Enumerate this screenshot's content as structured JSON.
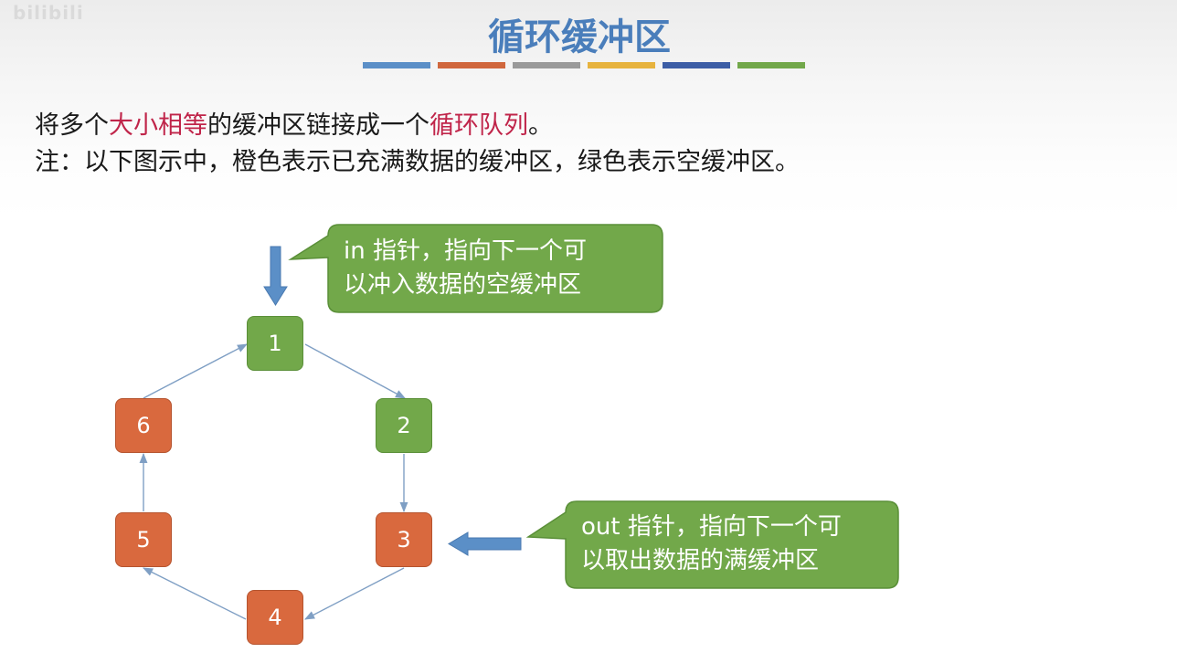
{
  "watermark": "bilibili",
  "title": "循环缓冲区",
  "accent_bars": [
    "#5b8fc7",
    "#d0673d",
    "#9a9a9a",
    "#e7b33e",
    "#3d5ea6",
    "#72a84a"
  ],
  "line1": {
    "part1": "将多个",
    "highlight1": "大小相等",
    "part2": "的缓冲区链接成一个",
    "highlight2": "循环队列",
    "part3": "。"
  },
  "line2": "注：以下图示中，橙色表示已充满数据的缓冲区，绿色表示空缓冲区。",
  "colors": {
    "full": "#d9693e",
    "empty": "#72a84a",
    "pointer_arrow": "#5b8fc7",
    "link_arrow": "#7f9fc4",
    "highlight": "#c0254a",
    "title": "#4a7ebb"
  },
  "buffers": [
    {
      "label": "1",
      "state": "empty"
    },
    {
      "label": "2",
      "state": "empty"
    },
    {
      "label": "3",
      "state": "full"
    },
    {
      "label": "4",
      "state": "full"
    },
    {
      "label": "5",
      "state": "full"
    },
    {
      "label": "6",
      "state": "full"
    }
  ],
  "in_callout": {
    "line1": "in 指针，指向下一个可",
    "line2": "以冲入数据的空缓冲区"
  },
  "out_callout": {
    "line1": "out 指针，指向下一个可",
    "line2": "以取出数据的满缓冲区"
  }
}
